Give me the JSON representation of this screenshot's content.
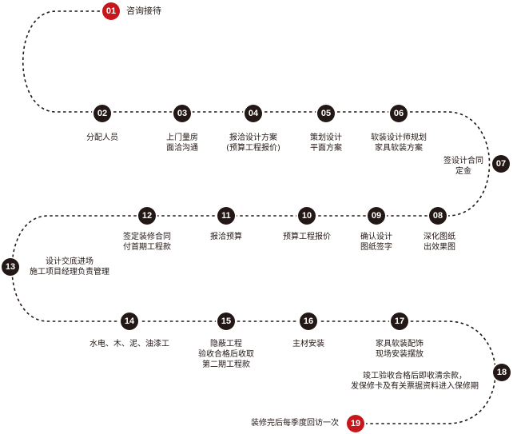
{
  "colors": {
    "path": "#231815",
    "node": "#231815",
    "accent": "#c8161d",
    "text": "#231815"
  },
  "steps": [
    {
      "num": "01",
      "lines": [
        "咨询接待"
      ]
    },
    {
      "num": "02",
      "lines": [
        "分配人员"
      ]
    },
    {
      "num": "03",
      "lines": [
        "上门量房",
        "面洽沟通"
      ]
    },
    {
      "num": "04",
      "lines": [
        "报洽设计方案",
        "(预算工程报价)"
      ]
    },
    {
      "num": "05",
      "lines": [
        "策划设计",
        "平面方案"
      ]
    },
    {
      "num": "06",
      "lines": [
        "软装设计师规划",
        "家具软装方案"
      ]
    },
    {
      "num": "07",
      "lines": [
        "签设计合同",
        "定金"
      ]
    },
    {
      "num": "08",
      "lines": [
        "深化图纸",
        "出效果图"
      ]
    },
    {
      "num": "09",
      "lines": [
        "确认设计",
        "图纸签字"
      ]
    },
    {
      "num": "10",
      "lines": [
        "预算工程报价"
      ]
    },
    {
      "num": "11",
      "lines": [
        "报洽预算"
      ]
    },
    {
      "num": "12",
      "lines": [
        "签定装修合同",
        "付首期工程款"
      ]
    },
    {
      "num": "13",
      "lines": [
        "设计交底进场",
        "施工项目经理负责管理"
      ]
    },
    {
      "num": "14",
      "lines": [
        "水电、木、泥、油漆工"
      ]
    },
    {
      "num": "15",
      "lines": [
        "隐蔽工程",
        "验收合格后收取",
        "第二期工程款"
      ]
    },
    {
      "num": "16",
      "lines": [
        "主材安装"
      ]
    },
    {
      "num": "17",
      "lines": [
        "家具软装配饰",
        "现场安装摆放"
      ]
    },
    {
      "num": "18",
      "lines": [
        "竣工验收合格后即收清余款，",
        "发保修卡及有关票据资料进入保修期"
      ]
    },
    {
      "num": "19",
      "lines": [
        "装修完后每季度回访一次"
      ]
    }
  ]
}
